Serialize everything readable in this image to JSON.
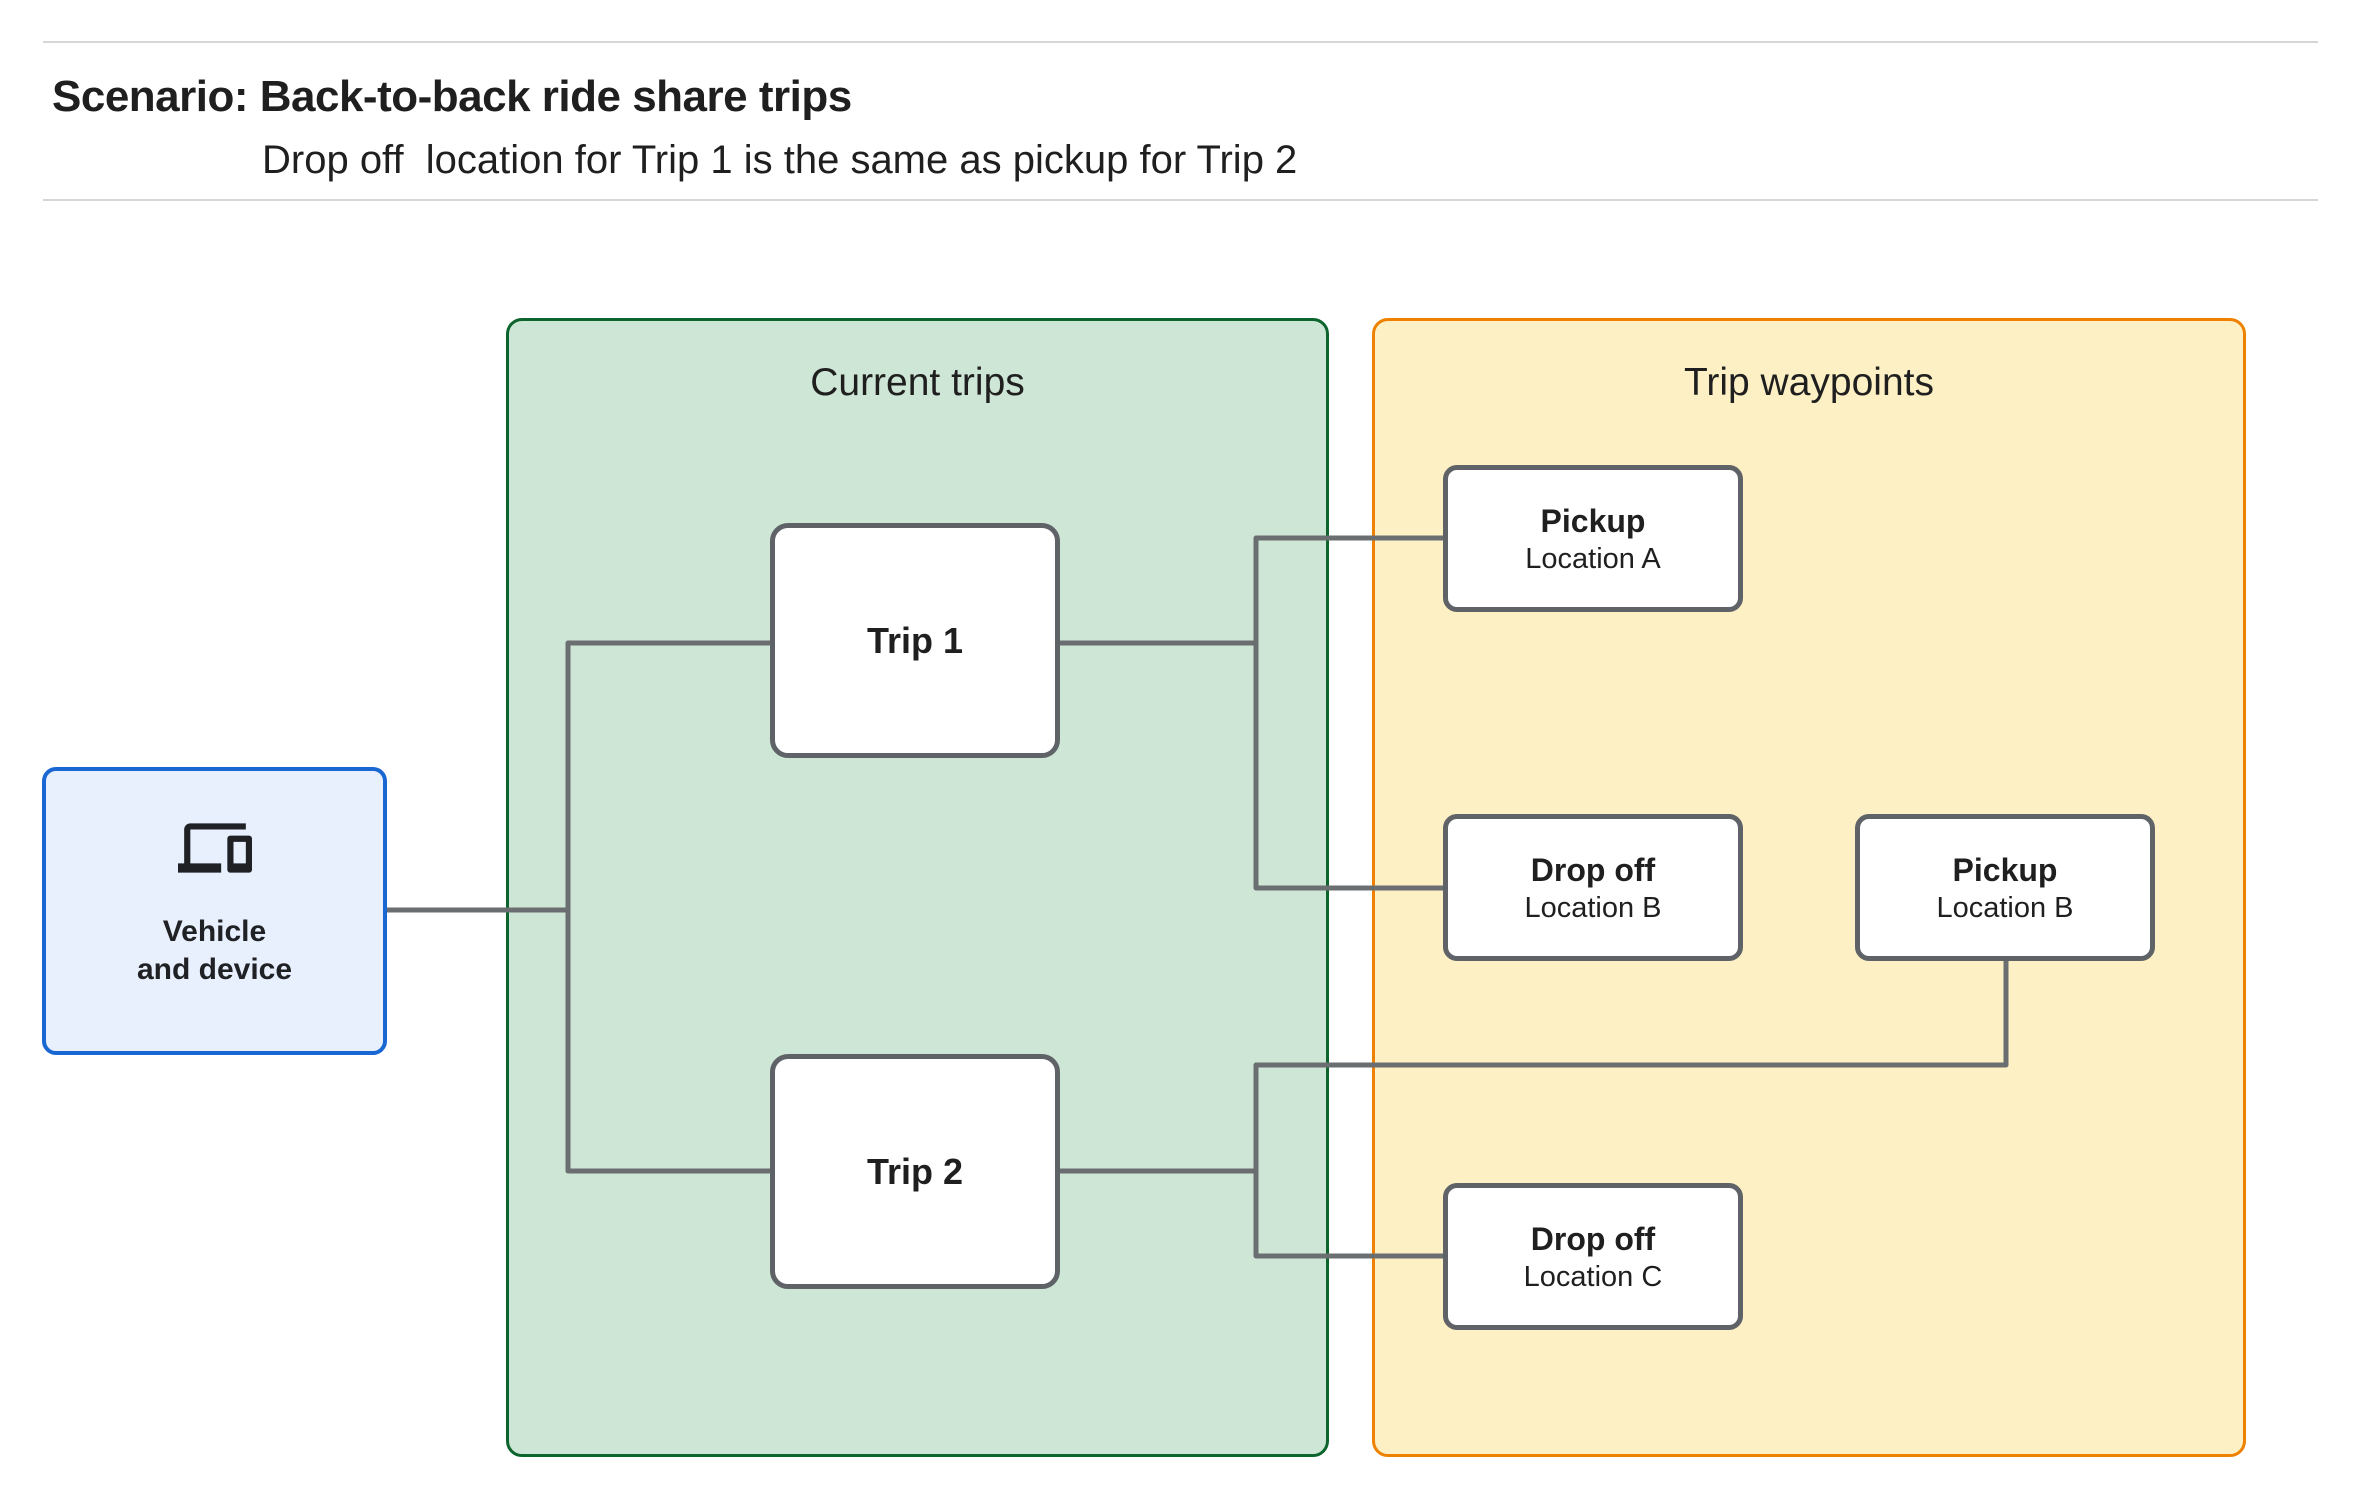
{
  "header": {
    "title": "Scenario: Back-to-back ride share trips",
    "subtitle": "Drop off  location for Trip 1 is the same as pickup for Trip 2"
  },
  "groups": {
    "current_trips": {
      "title": "Current trips"
    },
    "trip_waypoints": {
      "title": "Trip waypoints"
    }
  },
  "nodes": {
    "vehicle": {
      "label": "Vehicle\nand device",
      "icon": "devices-icon"
    },
    "trip1": {
      "label": "Trip 1"
    },
    "trip2": {
      "label": "Trip 2"
    },
    "pickup_a": {
      "title": "Pickup",
      "subtitle": "Location A"
    },
    "dropoff_b": {
      "title": "Drop off",
      "subtitle": "Location B"
    },
    "pickup_b": {
      "title": "Pickup",
      "subtitle": "Location B"
    },
    "dropoff_c": {
      "title": "Drop off",
      "subtitle": "Location C"
    }
  },
  "edges": [
    {
      "from": "vehicle",
      "to": "trip1"
    },
    {
      "from": "vehicle",
      "to": "trip2"
    },
    {
      "from": "trip1",
      "to": "pickup_a"
    },
    {
      "from": "trip1",
      "to": "dropoff_b"
    },
    {
      "from": "pickup_b",
      "to": "trip2"
    },
    {
      "from": "trip2",
      "to": "dropoff_c"
    }
  ],
  "colors": {
    "vehicle_fill": "#e8f0fe",
    "vehicle_border": "#1967d2",
    "current_trips_fill": "#cde6d5",
    "current_trips_border": "#0d652d",
    "trip_waypoints_fill": "#fdf0c4",
    "trip_waypoints_border": "#ee8100",
    "node_border": "#5f6368",
    "connector": "#6b6e71",
    "text": "#1f1f1f",
    "rule": "#d6d6d6"
  }
}
